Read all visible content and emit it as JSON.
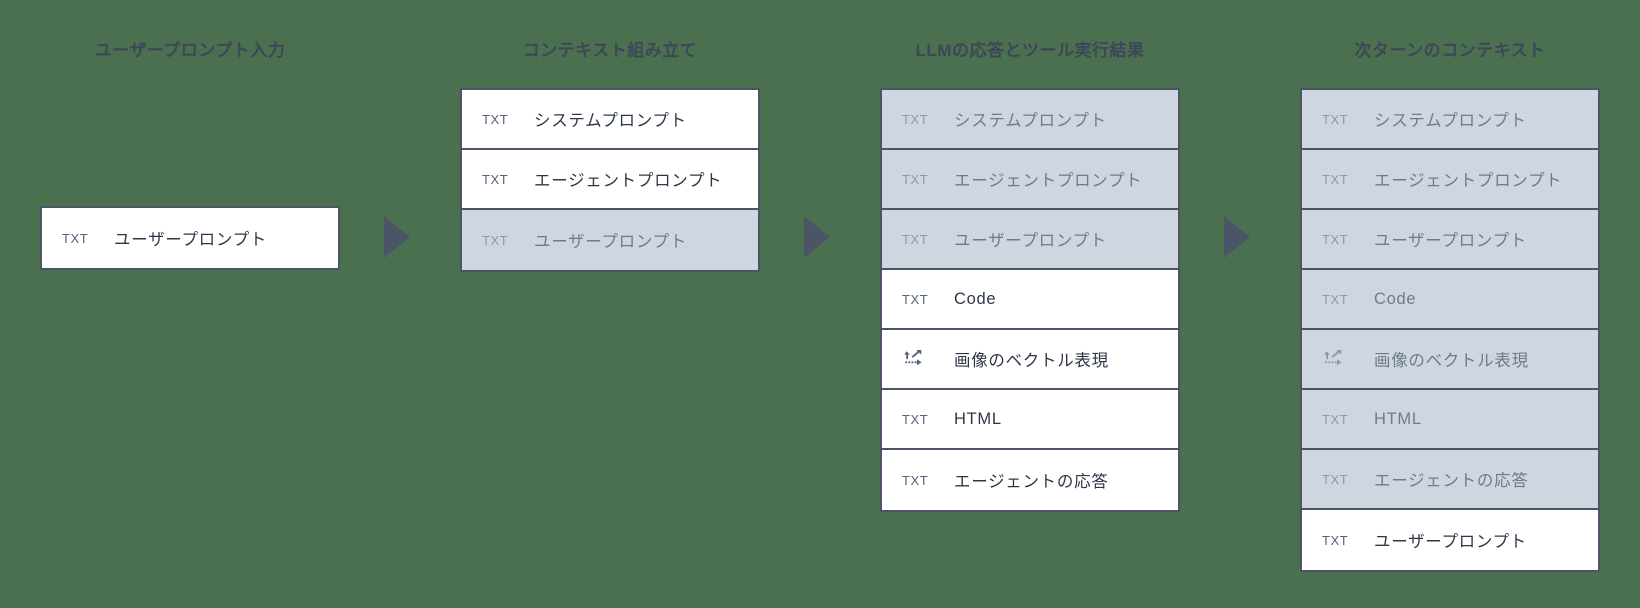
{
  "background_color": "#4a7050",
  "accent_border_color": "#4a5568",
  "muted_row_color": "#ced7e0",
  "arrow_color": "#4a5568",
  "columns": [
    {
      "title": "ユーザープロンプト入力",
      "rows": [
        {
          "icon": "txt-icon",
          "icon_label": "TXT",
          "label": "ユーザープロンプト",
          "muted": false
        }
      ]
    },
    {
      "title": "コンテキスト組み立て",
      "rows": [
        {
          "icon": "txt-icon",
          "icon_label": "TXT",
          "label": "システムプロンプト",
          "muted": false
        },
        {
          "icon": "txt-icon",
          "icon_label": "TXT",
          "label": "エージェントプロンプト",
          "muted": false
        },
        {
          "icon": "txt-icon",
          "icon_label": "TXT",
          "label": "ユーザープロンプト",
          "muted": true
        }
      ]
    },
    {
      "title": "LLMの応答とツール実行結果",
      "rows": [
        {
          "icon": "txt-icon",
          "icon_label": "TXT",
          "label": "システムプロンプト",
          "muted": true
        },
        {
          "icon": "txt-icon",
          "icon_label": "TXT",
          "label": "エージェントプロンプト",
          "muted": true
        },
        {
          "icon": "txt-icon",
          "icon_label": "TXT",
          "label": "ユーザープロンプト",
          "muted": true
        },
        {
          "icon": "txt-icon",
          "icon_label": "TXT",
          "label": "Code",
          "muted": false
        },
        {
          "icon": "vector-arrows-icon",
          "icon_label": "",
          "label": "画像のベクトル表現",
          "muted": false
        },
        {
          "icon": "txt-icon",
          "icon_label": "TXT",
          "label": "HTML",
          "muted": false
        },
        {
          "icon": "txt-icon",
          "icon_label": "TXT",
          "label": "エージェントの応答",
          "muted": false
        }
      ]
    },
    {
      "title": "次ターンのコンテキスト",
      "rows": [
        {
          "icon": "txt-icon",
          "icon_label": "TXT",
          "label": "システムプロンプト",
          "muted": true
        },
        {
          "icon": "txt-icon",
          "icon_label": "TXT",
          "label": "エージェントプロンプト",
          "muted": true
        },
        {
          "icon": "txt-icon",
          "icon_label": "TXT",
          "label": "ユーザープロンプト",
          "muted": true
        },
        {
          "icon": "txt-icon",
          "icon_label": "TXT",
          "label": "Code",
          "muted": true
        },
        {
          "icon": "vector-arrows-icon",
          "icon_label": "",
          "label": "画像のベクトル表現",
          "muted": true
        },
        {
          "icon": "txt-icon",
          "icon_label": "TXT",
          "label": "HTML",
          "muted": true
        },
        {
          "icon": "txt-icon",
          "icon_label": "TXT",
          "label": "エージェントの応答",
          "muted": true
        },
        {
          "icon": "txt-icon",
          "icon_label": "TXT",
          "label": "ユーザープロンプト",
          "muted": false
        }
      ]
    }
  ],
  "arrows": [
    {
      "name": "arrow-step-1-to-2",
      "glyph": "triangle-right"
    },
    {
      "name": "arrow-step-2-to-3",
      "glyph": "triangle-right"
    },
    {
      "name": "arrow-step-3-to-4",
      "glyph": "triangle-right"
    }
  ]
}
